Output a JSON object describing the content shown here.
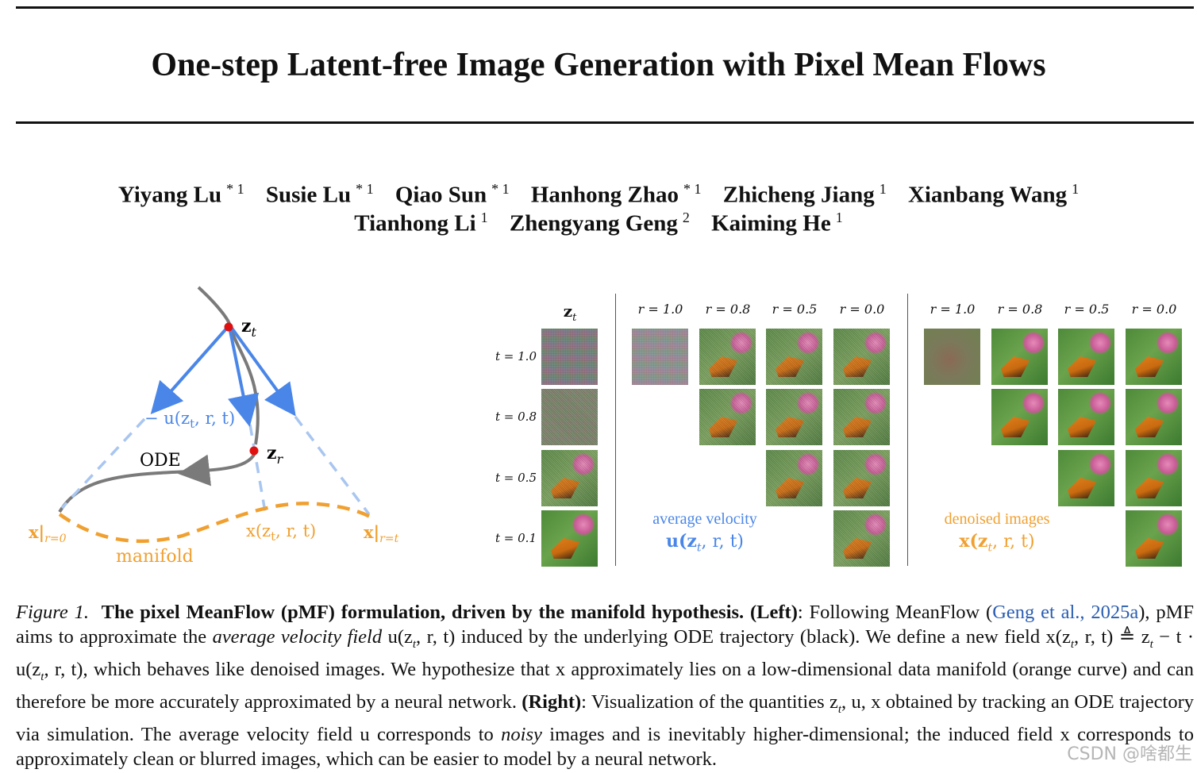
{
  "paper": {
    "title": "One-step Latent-free Image Generation with Pixel Mean Flows",
    "authors_line1": [
      {
        "name": "Yiyang Lu",
        "aff": "* 1"
      },
      {
        "name": "Susie Lu",
        "aff": "* 1"
      },
      {
        "name": "Qiao Sun",
        "aff": "* 1"
      },
      {
        "name": "Hanhong Zhao",
        "aff": "* 1"
      },
      {
        "name": "Zhicheng Jiang",
        "aff": "1"
      },
      {
        "name": "Xianbang Wang",
        "aff": "1"
      }
    ],
    "authors_line2": [
      {
        "name": "Tianhong Li",
        "aff": "1"
      },
      {
        "name": "Zhengyang Geng",
        "aff": "2"
      },
      {
        "name": "Kaiming He",
        "aff": "1"
      }
    ]
  },
  "diagram": {
    "zt": "z",
    "zt_sub": "t",
    "zr": "z",
    "zr_sub": "r",
    "neg_u": "− u(z",
    "neg_u_rest": ", r, t)",
    "ode": "ODE",
    "x_r0": "x|",
    "x_r0_sub": "r=0",
    "x_rt": "x|",
    "x_rt_sub": "r=t",
    "x_field": "x(z",
    "x_field_rest": ", r, t)",
    "manifold": "manifold",
    "colors": {
      "blue": "#4a86e8",
      "orange": "#f0a030",
      "gray": "#7a7a7a",
      "red": "#e01010",
      "dash_blue": "#a9c6f0"
    }
  },
  "grid": {
    "zt_header": "z",
    "zt_header_sub": "t",
    "r_headers": [
      "r = 1.0",
      "r = 0.8",
      "r = 0.5",
      "r = 0.0"
    ],
    "t_rows": [
      "t = 1.0",
      "t = 0.8",
      "t = 0.5",
      "t = 0.1"
    ],
    "avg_velocity_label": "average velocity",
    "avg_velocity_formula": "u(z",
    "avg_velocity_formula_rest": ", r, t)",
    "denoised_label": "denoised images",
    "denoised_formula": "x(z",
    "denoised_formula_rest": ", r, t)"
  },
  "caption": {
    "fig_label": "Figure 1.",
    "bold_title": "The pixel MeanFlow (pMF) formulation, driven by the manifold hypothesis.",
    "left_tag": "(Left)",
    "text1": ": Following MeanFlow (",
    "cite": "Geng et al., 2025a",
    "text2": "), pMF aims to approximate the ",
    "avf": "average velocity field",
    "text3": " u(z",
    "text3b": ", r, t) induced by the underlying ODE trajectory (black). We define a new field x(z",
    "text4": ", r, t) ≜ z",
    "text4b": " − t · u(z",
    "text5": ", r, t), which behaves like denoised images. We hypothesize that x approximately lies on a low-dimensional data manifold (orange curve) and can therefore be more accurately approximated by a neural network. ",
    "right_tag": "(Right)",
    "text6": ": Visualization of the quantities z",
    "text6b": ", u, x obtained by tracking an ODE trajectory via simulation. The average velocity field u corresponds to ",
    "noisy": "noisy",
    "text7": " images and is inevitably higher-dimensional; the induced field x corresponds to approximately clean or blurred images, which can be easier to model by a neural network."
  },
  "watermark": "CSDN @啥都生"
}
